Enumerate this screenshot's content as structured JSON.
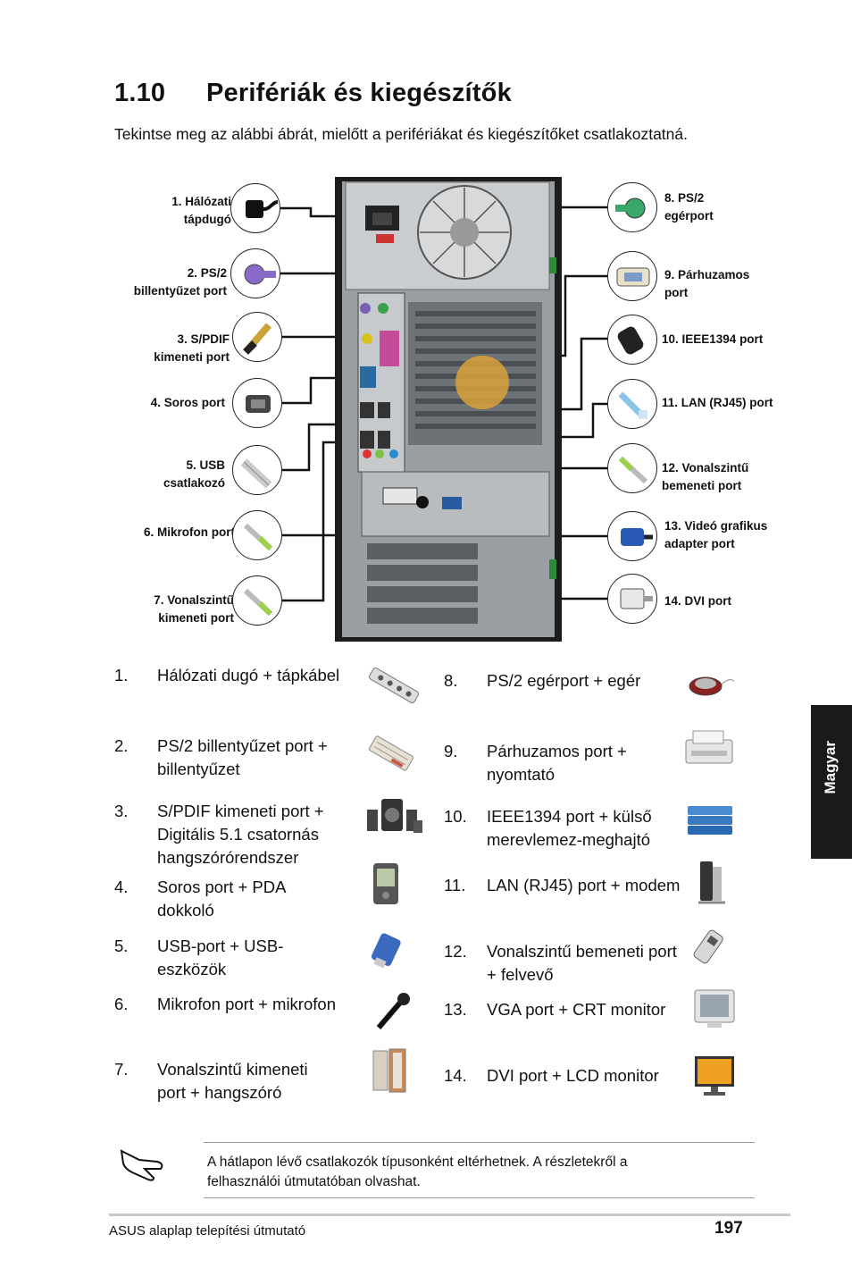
{
  "section": {
    "number": "1.10",
    "title": "Perifériák és kiegészítők"
  },
  "intro": "Tekintse meg az alábbi ábrát, mielőtt a perifériákat és kiegészítőket csatlakoztatná.",
  "diagram": {
    "left_labels": [
      {
        "l1": "1. Hálózati",
        "l2": "tápdugó"
      },
      {
        "l1": "2. PS/2",
        "l2": "billentyűzet port"
      },
      {
        "l1": "3. S/PDIF",
        "l2": "kimeneti port"
      },
      {
        "l1": "4. Soros port",
        "l2": ""
      },
      {
        "l1": "5. USB",
        "l2": "csatlakozó"
      },
      {
        "l1": "6. Mikrofon port",
        "l2": ""
      },
      {
        "l1": "7. Vonalszintű",
        "l2": "kimeneti port"
      }
    ],
    "right_labels": [
      {
        "l1": "8. PS/2",
        "l2": "egérport"
      },
      {
        "l1": "9. Párhuzamos",
        "l2": "port"
      },
      {
        "l1": "10. IEEE1394 port",
        "l2": ""
      },
      {
        "l1": "11. LAN (RJ45) port",
        "l2": ""
      },
      {
        "l1": "12. Vonalszintű",
        "l2": "bemeneti port"
      },
      {
        "l1": "13. Videó grafikus",
        "l2": "adapter port"
      },
      {
        "l1": "14. DVI port",
        "l2": ""
      }
    ]
  },
  "items_left": [
    {
      "n": "1.",
      "t1": "Hálózati dugó + tápkábel",
      "t2": "",
      "t3": ""
    },
    {
      "n": "2.",
      "t1": "PS/2 billentyűzet port +",
      "t2": "billentyűzet",
      "t3": ""
    },
    {
      "n": "3.",
      "t1": "S/PDIF kimeneti port +",
      "t2": "Digitális 5.1 csatornás",
      "t3": "hangszórórendszer"
    },
    {
      "n": "4.",
      "t1": "Soros port + PDA",
      "t2": "dokkoló",
      "t3": ""
    },
    {
      "n": "5.",
      "t1": "USB-port + USB-",
      "t2": "eszközök",
      "t3": ""
    },
    {
      "n": "6.",
      "t1": "Mikrofon port + mikrofon",
      "t2": "",
      "t3": ""
    },
    {
      "n": "7.",
      "t1": "Vonalszintű kimeneti",
      "t2": "port + hangszóró",
      "t3": ""
    }
  ],
  "items_right": [
    {
      "n": "8.",
      "t1": "PS/2 egérport + egér",
      "t2": ""
    },
    {
      "n": "9.",
      "t1": "Párhuzamos port +",
      "t2": "nyomtató"
    },
    {
      "n": "10.",
      "t1": "IEEE1394 port + külső",
      "t2": "merevlemez-meghajtó"
    },
    {
      "n": "11.",
      "t1": "LAN (RJ45) port + modem",
      "t2": ""
    },
    {
      "n": "12.",
      "t1": "Vonalszintű bemeneti port",
      "t2": "+ felvevő"
    },
    {
      "n": "13.",
      "t1": "VGA port + CRT monitor",
      "t2": ""
    },
    {
      "n": "14.",
      "t1": "DVI port + LCD monitor",
      "t2": ""
    }
  ],
  "side_tab": "Magyar",
  "note": {
    "line1": "A hátlapon lévő csatlakozók típusonként eltérhetnek. A részletekről a",
    "line2": "felhasználói útmutatóban olvashat."
  },
  "footer": {
    "left": "ASUS alaplap telepítési útmutató",
    "page": "197"
  }
}
